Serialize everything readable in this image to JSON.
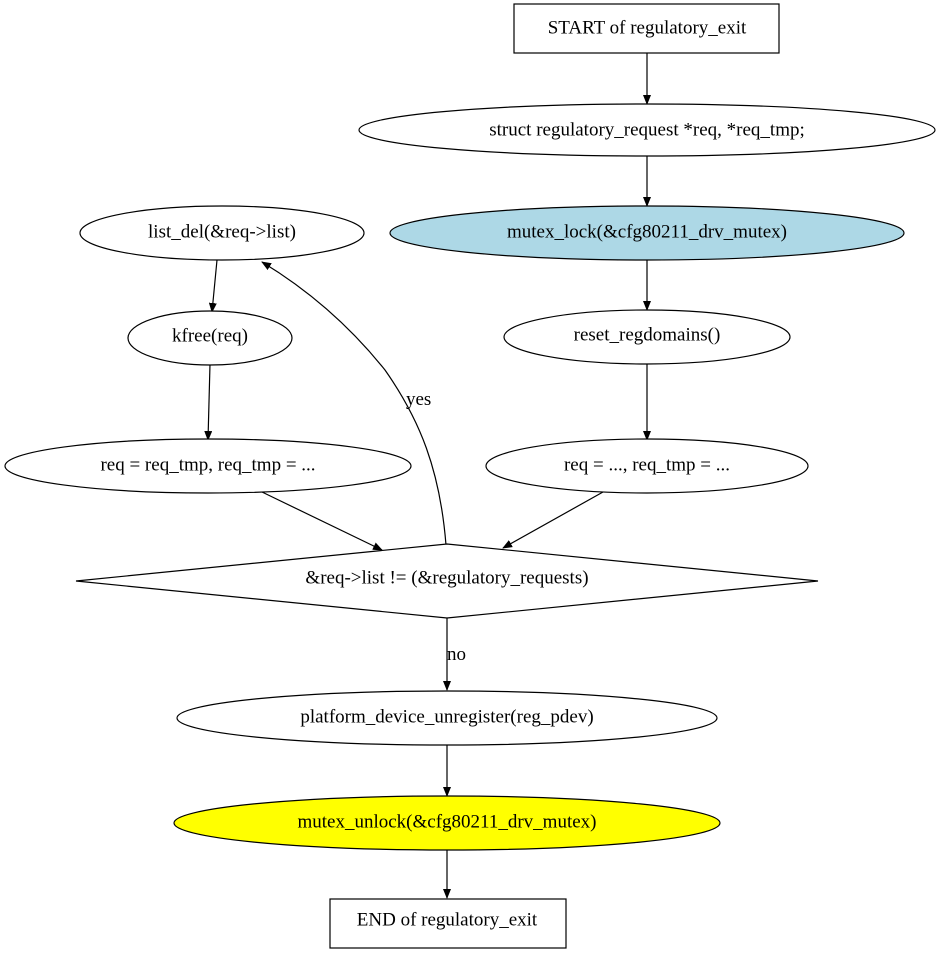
{
  "diagram": {
    "colors": {
      "background": "#ffffff",
      "stroke": "#000000",
      "lock_fill": "#add8e6",
      "unlock_fill": "#ffff00",
      "default_fill": "#ffffff"
    },
    "nodes": {
      "start": {
        "label": "START of regulatory_exit",
        "shape": "box"
      },
      "decl": {
        "label": "struct regulatory_request *req, *req_tmp;",
        "shape": "ellipse"
      },
      "lock": {
        "label": "mutex_lock(&cfg80211_drv_mutex)",
        "shape": "ellipse"
      },
      "reset": {
        "label": "reset_regdomains()",
        "shape": "ellipse"
      },
      "init": {
        "label": "req = ..., req_tmp = ...",
        "shape": "ellipse"
      },
      "listdel": {
        "label": "list_del(&req->list)",
        "shape": "ellipse"
      },
      "kfree": {
        "label": "kfree(req)",
        "shape": "ellipse"
      },
      "advance": {
        "label": "req = req_tmp, req_tmp = ...",
        "shape": "ellipse"
      },
      "cond": {
        "label": "&req->list != (&regulatory_requests)",
        "shape": "diamond"
      },
      "unregister": {
        "label": "platform_device_unregister(reg_pdev)",
        "shape": "ellipse"
      },
      "unlock": {
        "label": "mutex_unlock(&cfg80211_drv_mutex)",
        "shape": "ellipse"
      },
      "end": {
        "label": "END of regulatory_exit",
        "shape": "box"
      }
    },
    "edges": {
      "yes_label": "yes",
      "no_label": "no"
    }
  }
}
